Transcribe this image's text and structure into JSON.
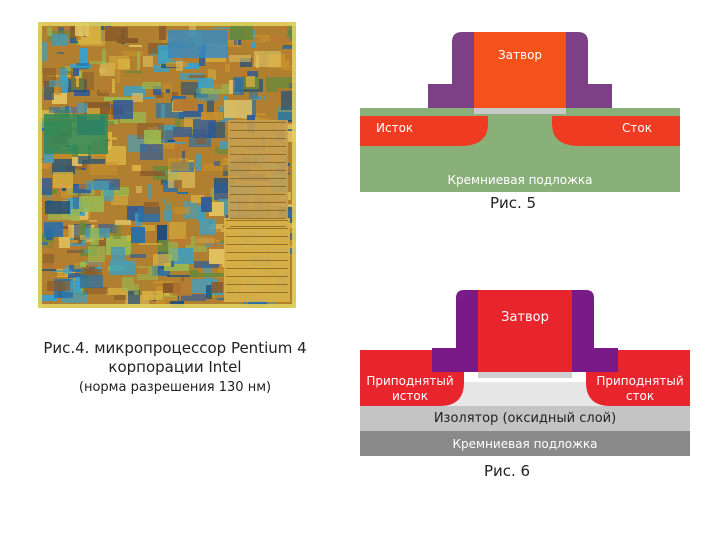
{
  "figure4": {
    "caption_line1": "Рис.4. микропроцессор Pentium 4",
    "caption_line2": "корпорации Intel",
    "caption_line3": "(норма разрешения 130 нм)"
  },
  "figure5": {
    "caption": "Рис. 5",
    "gate_label": "Затвор",
    "source_label": "Исток",
    "drain_label": "Сток",
    "substrate_label": "Кремниевая подложка"
  },
  "figure6": {
    "caption": "Рис. 6",
    "gate_label": "Затвор",
    "source_label_line1": "Приподнятый",
    "source_label_line2": "исток",
    "drain_label_line1": "Приподнятый",
    "drain_label_line2": "сток",
    "insulator_label": "Изолятор (оксидный слой)",
    "substrate_label": "Кремниевая подложка"
  },
  "colors": {
    "gate": "#f4521a",
    "gate_fig6": "#e8242c",
    "spacer": "#7d3f86",
    "spacer_fig6": "#7a1a86",
    "oxide_top": "#8ab07a",
    "substrate": "#8ab07a",
    "source_drain": "#ee3b22",
    "raised_sd": "#e8242c",
    "insulator": "#c4c4c4",
    "substrate_fig6": "#8a8a8a"
  }
}
